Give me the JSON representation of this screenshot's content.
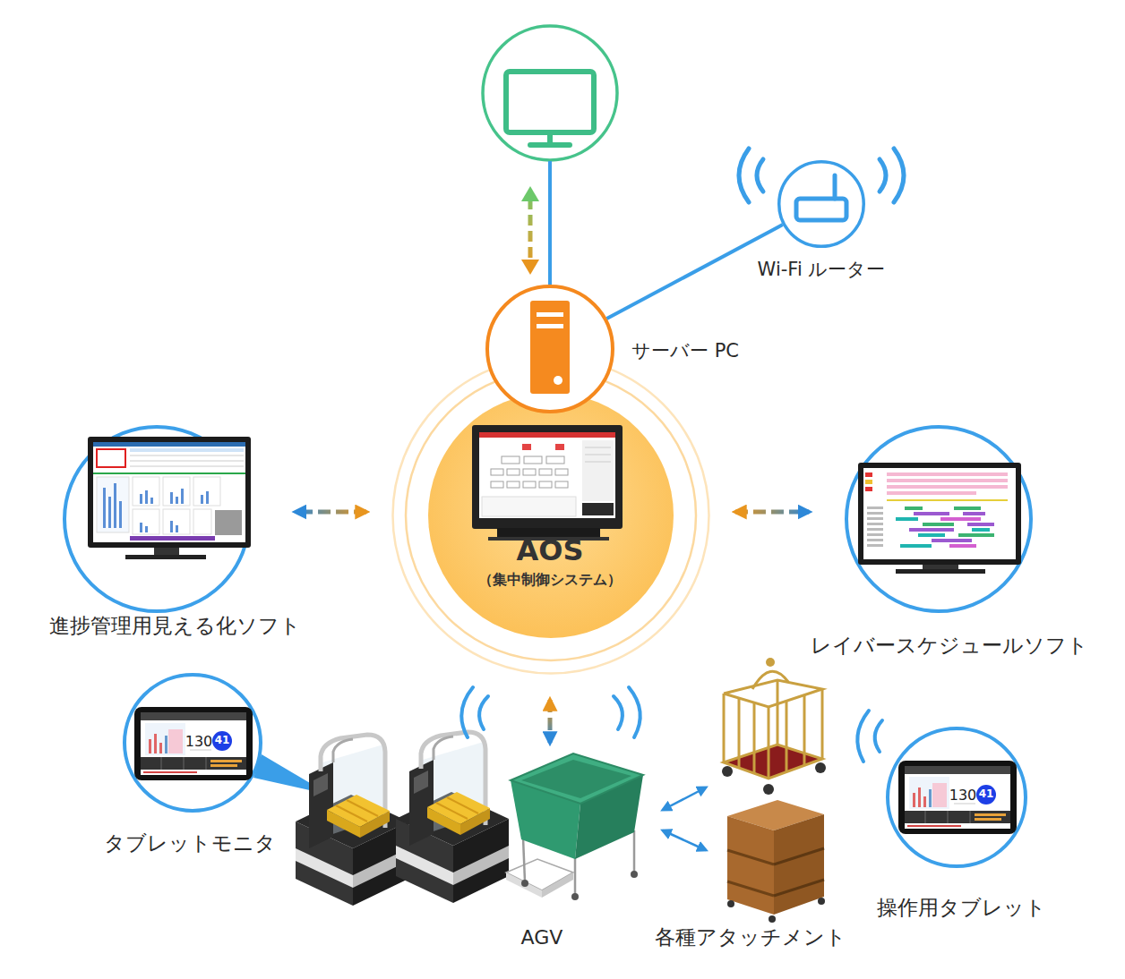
{
  "diagram": {
    "nodes": [
      {
        "text": [
          "Wi-Fi ルーター"
        ]
      },
      {
        "text": [
          "サーバー PC"
        ]
      },
      {
        "text": [
          "進捗管理用見える化ソフト"
        ]
      },
      {
        "text": [
          "AOS",
          "（集中制御システム）"
        ]
      },
      {
        "text": [
          "レイバースケジュールソフト"
        ]
      },
      {
        "text": [
          "タブレットモニタ"
        ]
      },
      {
        "text": [
          "操作用タブレット"
        ]
      },
      {
        "text": [
          "AGV"
        ]
      },
      {
        "text": [
          "各種アタッチメント"
        ]
      }
    ],
    "edges": [
      {
        "from": 1,
        "to": 0,
        "arrow": "none"
      },
      {
        "from": 3,
        "to": 2,
        "arrow": "both"
      },
      {
        "from": 3,
        "to": 4,
        "arrow": "both"
      },
      {
        "from": 3,
        "to": 7,
        "arrow": "both"
      },
      {
        "from": 7,
        "to": 8,
        "arrow": "both"
      },
      {
        "from": 7,
        "to": 8,
        "arrow": "both"
      }
    ],
    "labels": [
      "130",
      "41",
      "130",
      "41"
    ]
  }
}
